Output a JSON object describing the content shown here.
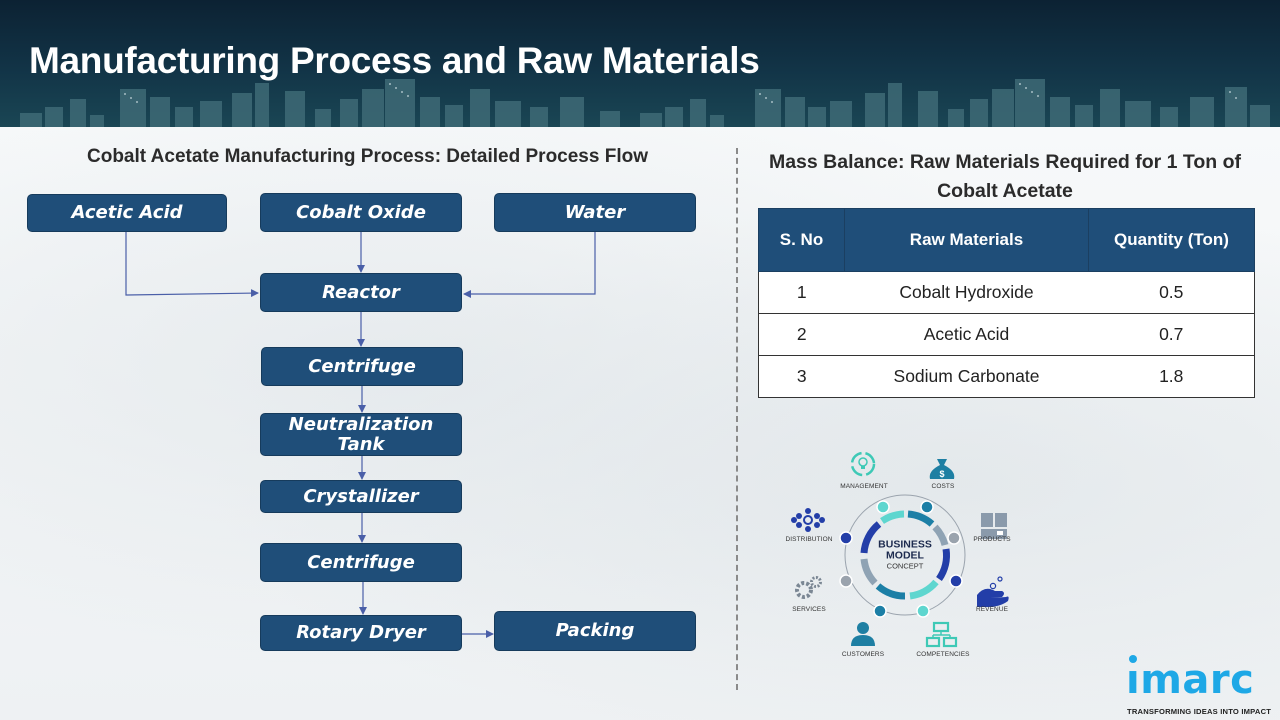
{
  "banner": {
    "title": "Manufacturing Process and Raw Materials"
  },
  "process_flow": {
    "title": "Cobalt Acetate Manufacturing Process: Detailed Process Flow",
    "nodes": [
      {
        "id": "acetic_acid",
        "label": "Acetic Acid"
      },
      {
        "id": "cobalt_oxide",
        "label": "Cobalt Oxide"
      },
      {
        "id": "water",
        "label": "Water"
      },
      {
        "id": "reactor",
        "label": "Reactor"
      },
      {
        "id": "centrifuge_1",
        "label": "Centrifuge"
      },
      {
        "id": "neutralization_tank",
        "label": "Neutralization Tank"
      },
      {
        "id": "crystallizer",
        "label": "Crystallizer"
      },
      {
        "id": "centrifuge_2",
        "label": "Centrifuge"
      },
      {
        "id": "rotary_dryer",
        "label": "Rotary Dryer"
      },
      {
        "id": "packing",
        "label": "Packing"
      }
    ],
    "edges": [
      {
        "from": "acetic_acid",
        "to": "reactor"
      },
      {
        "from": "cobalt_oxide",
        "to": "reactor"
      },
      {
        "from": "water",
        "to": "reactor"
      },
      {
        "from": "reactor",
        "to": "centrifuge_1"
      },
      {
        "from": "centrifuge_1",
        "to": "neutralization_tank"
      },
      {
        "from": "neutralization_tank",
        "to": "crystallizer"
      },
      {
        "from": "crystallizer",
        "to": "centrifuge_2"
      },
      {
        "from": "centrifuge_2",
        "to": "rotary_dryer"
      },
      {
        "from": "rotary_dryer",
        "to": "packing"
      }
    ]
  },
  "mass_balance": {
    "title": "Mass Balance: Raw Materials Required for 1 Ton of Cobalt Acetate",
    "columns": [
      "S. No",
      "Raw Materials",
      "Quantity (Ton)"
    ],
    "rows": [
      [
        "1",
        "Cobalt Hydroxide",
        "0.5"
      ],
      [
        "2",
        "Acetic Acid",
        "0.7"
      ],
      [
        "3",
        "Sodium Carbonate",
        "1.8"
      ]
    ]
  },
  "business_model": {
    "center_line1": "BUSINESS",
    "center_line2": "MODEL",
    "center_line3": "CONCEPT",
    "items": [
      {
        "label": "MANAGEMENT",
        "icon": "lightbulb-cycle-icon"
      },
      {
        "label": "COSTS",
        "icon": "money-bag-icon"
      },
      {
        "label": "PRODUCTS",
        "icon": "boxes-icon"
      },
      {
        "label": "REVENUE",
        "icon": "hand-coins-icon"
      },
      {
        "label": "COMPETENCIES",
        "icon": "hierarchy-icon"
      },
      {
        "label": "CUSTOMERS",
        "icon": "person-icon"
      },
      {
        "label": "SERVICES",
        "icon": "gears-icon"
      },
      {
        "label": "DISTRIBUTION",
        "icon": "network-icon"
      }
    ]
  },
  "logo": {
    "word": "ımarc",
    "tagline": "TRANSFORMING IDEAS INTO IMPACT"
  },
  "colors": {
    "box_fill": "#1f4e79",
    "banner_dark": "#0c2233",
    "arrow": "#4a5fa8",
    "logo_blue": "#1ea8e6"
  }
}
